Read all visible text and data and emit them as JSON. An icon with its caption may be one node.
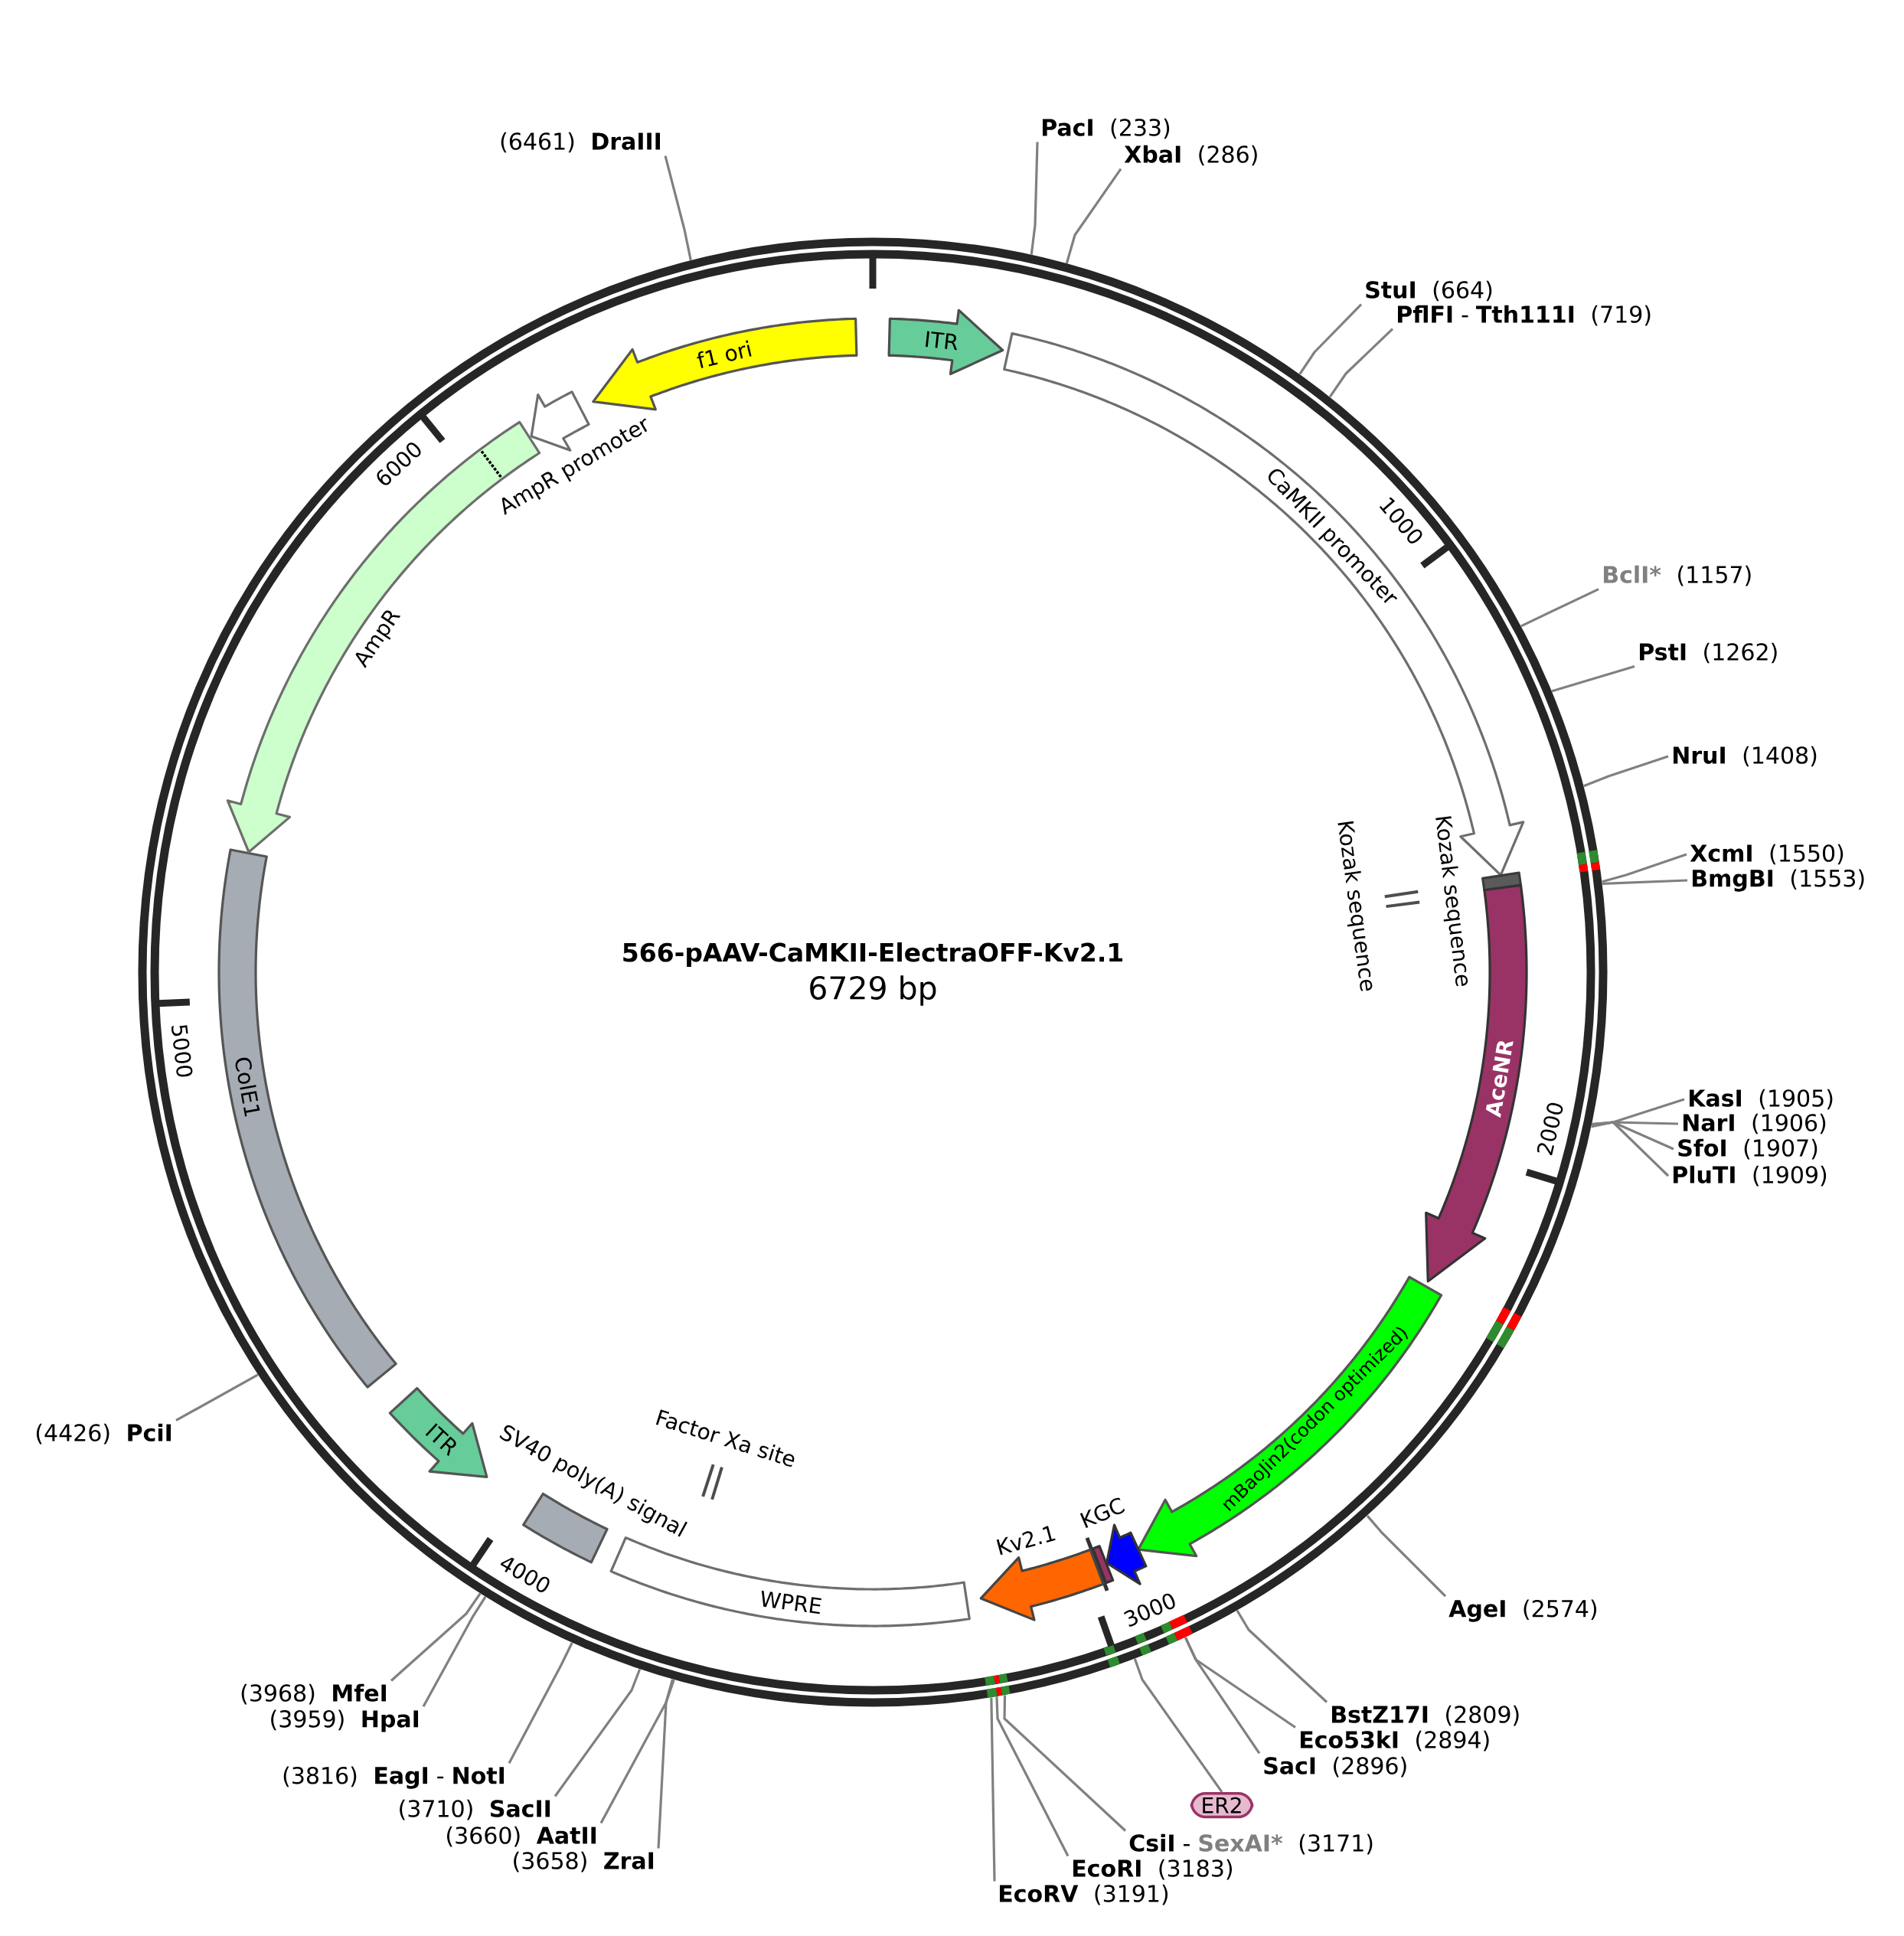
{
  "diagram": {
    "title": "566-pAAV-CaMKII-ElectraOFF-Kv2.1",
    "nodes": [
      {
        "text": [
          "ITR"
        ]
      },
      {
        "text": [
          "CaMKII promoter"
        ]
      },
      {
        "text": [
          "Kozak sequence"
        ]
      },
      {
        "text": [
          "Kozak sequence"
        ]
      },
      {
        "text": [
          "AceNR"
        ]
      },
      {
        "text": [
          "mBaoJin2(codon optimized)"
        ]
      },
      {
        "text": [
          "KGC"
        ]
      },
      {
        "text": [],
        "shape": "box"
      },
      {
        "text": [
          "Kv2.1"
        ]
      },
      {
        "text": [
          "WPRE"
        ]
      },
      {
        "text": [
          "Factor Xa site"
        ]
      },
      {
        "text": [
          "SV40 poly(A) signal"
        ]
      },
      {
        "text": [
          "ITR"
        ]
      },
      {
        "text": [
          "ColE1"
        ]
      },
      {
        "text": [
          "AmpR"
        ]
      },
      {
        "text": [
          "AmpR promoter"
        ]
      },
      {
        "text": [
          "f1 ori"
        ]
      },
      {
        "text": [
          "PacI",
          "(233)"
        ]
      },
      {
        "text": [
          "XbaI",
          "(286)"
        ]
      },
      {
        "text": [
          "StuI",
          "(664)"
        ]
      },
      {
        "text": [
          "PflFI",
          "-",
          "Tth111I",
          "(719)"
        ]
      },
      {
        "text": [
          "BclI*",
          "(1157)"
        ]
      },
      {
        "text": [
          "PstI",
          "(1262)"
        ]
      },
      {
        "text": [
          "NruI",
          "(1408)"
        ]
      },
      {
        "text": [
          "XcmI",
          "(1550)"
        ]
      },
      {
        "text": [
          "BmgBI",
          "(1553)"
        ]
      },
      {
        "text": [
          "KasI",
          "(1905)"
        ]
      },
      {
        "text": [
          "NarI",
          "(1906)"
        ]
      },
      {
        "text": [
          "SfoI",
          "(1907)"
        ]
      },
      {
        "text": [
          "PluTI",
          "(1909)"
        ]
      },
      {
        "text": [
          "AgeI",
          "(2574)"
        ]
      },
      {
        "text": [
          "BstZ17I",
          "(2809)"
        ]
      },
      {
        "text": [
          "Eco53kI",
          "(2894)"
        ]
      },
      {
        "text": [
          "SacI",
          "(2896)"
        ]
      },
      {
        "text": [
          "ER2"
        ]
      },
      {
        "text": [
          "CsiI",
          "-",
          "SexAI*",
          "(3171)"
        ]
      },
      {
        "text": [
          "EcoRI",
          "(3183)"
        ]
      },
      {
        "text": [
          "EcoRV",
          "(3191)"
        ]
      },
      {
        "text": [
          "(3658)",
          "ZraI"
        ]
      },
      {
        "text": [
          "(3660)",
          "AatII"
        ]
      },
      {
        "text": [
          "(3710)",
          "SacII"
        ]
      },
      {
        "text": [
          "(3816)",
          "EagI",
          "-",
          "NotI"
        ]
      },
      {
        "text": [
          "(3959)",
          "HpaI"
        ]
      },
      {
        "text": [
          "(3968)",
          "MfeI"
        ]
      },
      {
        "text": [
          "(4426)",
          "PciI"
        ]
      },
      {
        "text": [
          "(6461)",
          "DraIII"
        ]
      },
      {
        "text": [],
        "shape": "bar"
      }
    ],
    "edges": [
      {
        "from": 17,
        "to": null,
        "arrow": "none"
      },
      {
        "from": 18,
        "to": null,
        "arrow": "none"
      },
      {
        "from": 19,
        "to": null,
        "arrow": "none"
      },
      {
        "from": 20,
        "to": null,
        "arrow": "none"
      },
      {
        "from": 21,
        "to": null,
        "arrow": "none"
      },
      {
        "from": 22,
        "to": null,
        "arrow": "none"
      },
      {
        "from": 23,
        "to": null,
        "arrow": "none"
      },
      {
        "from": 24,
        "to": null,
        "arrow": "none"
      },
      {
        "from": 25,
        "to": null,
        "arrow": "none"
      },
      {
        "from": 26,
        "to": null,
        "arrow": "none"
      },
      {
        "from": 27,
        "to": null,
        "arrow": "none"
      },
      {
        "from": 28,
        "to": null,
        "arrow": "none"
      },
      {
        "from": 29,
        "to": null,
        "arrow": "none"
      },
      {
        "from": 30,
        "to": null,
        "arrow": "none"
      },
      {
        "from": 31,
        "to": null,
        "arrow": "none"
      },
      {
        "from": 32,
        "to": 46,
        "arrow": "none"
      },
      {
        "from": 33,
        "to": 46,
        "arrow": "none"
      },
      {
        "from": 34,
        "to": null,
        "arrow": "none"
      },
      {
        "from": 35,
        "to": null,
        "arrow": "none"
      },
      {
        "from": 36,
        "to": null,
        "arrow": "none"
      },
      {
        "from": 37,
        "to": null,
        "arrow": "none"
      },
      {
        "from": 38,
        "to": null,
        "arrow": "none"
      },
      {
        "from": 39,
        "to": null,
        "arrow": "none"
      },
      {
        "from": 40,
        "to": null,
        "arrow": "none"
      },
      {
        "from": 41,
        "to": null,
        "arrow": "none"
      },
      {
        "from": 42,
        "to": null,
        "arrow": "none"
      },
      {
        "from": 43,
        "to": null,
        "arrow": "none"
      },
      {
        "from": 44,
        "to": null,
        "arrow": "none"
      },
      {
        "from": 45,
        "to": null,
        "arrow": "none"
      }
    ],
    "labels": [
      "6729 bp",
      "1000",
      "2000",
      "3000",
      "4000",
      "5000",
      "6000"
    ]
  }
}
